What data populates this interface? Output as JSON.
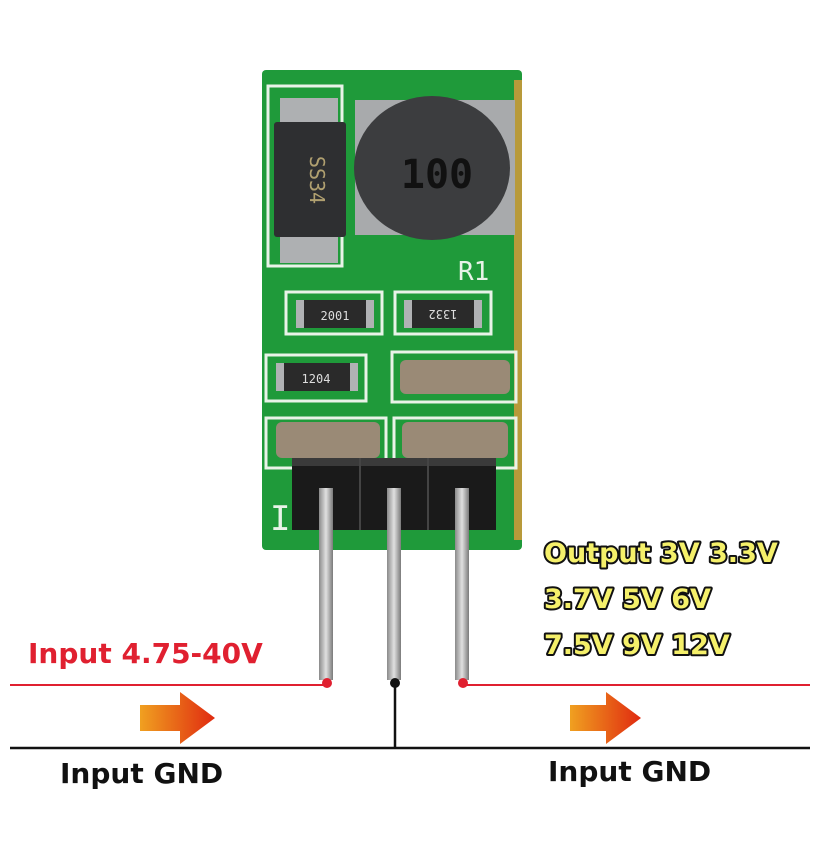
{
  "module": {
    "diode_marking": "SS34",
    "inductor_marking": "100",
    "resistor_ref": "R1",
    "resistor_1": "2001",
    "resistor_2": "1332",
    "resistor_3": "1204",
    "pin1_mark": "I"
  },
  "labels": {
    "input_voltage": "Input 4.75-40V",
    "output_line1": "Output 3V 3.3V",
    "output_line2": "3.7V 5V 6V",
    "output_line3": "7.5V 9V 12V",
    "gnd_left": "Input GND",
    "gnd_right": "Input GND"
  },
  "colors": {
    "pcb": "#1f9a3a",
    "input_line": "#e02030",
    "output_text": "#f5f06a",
    "arrow": "#e8401a"
  }
}
